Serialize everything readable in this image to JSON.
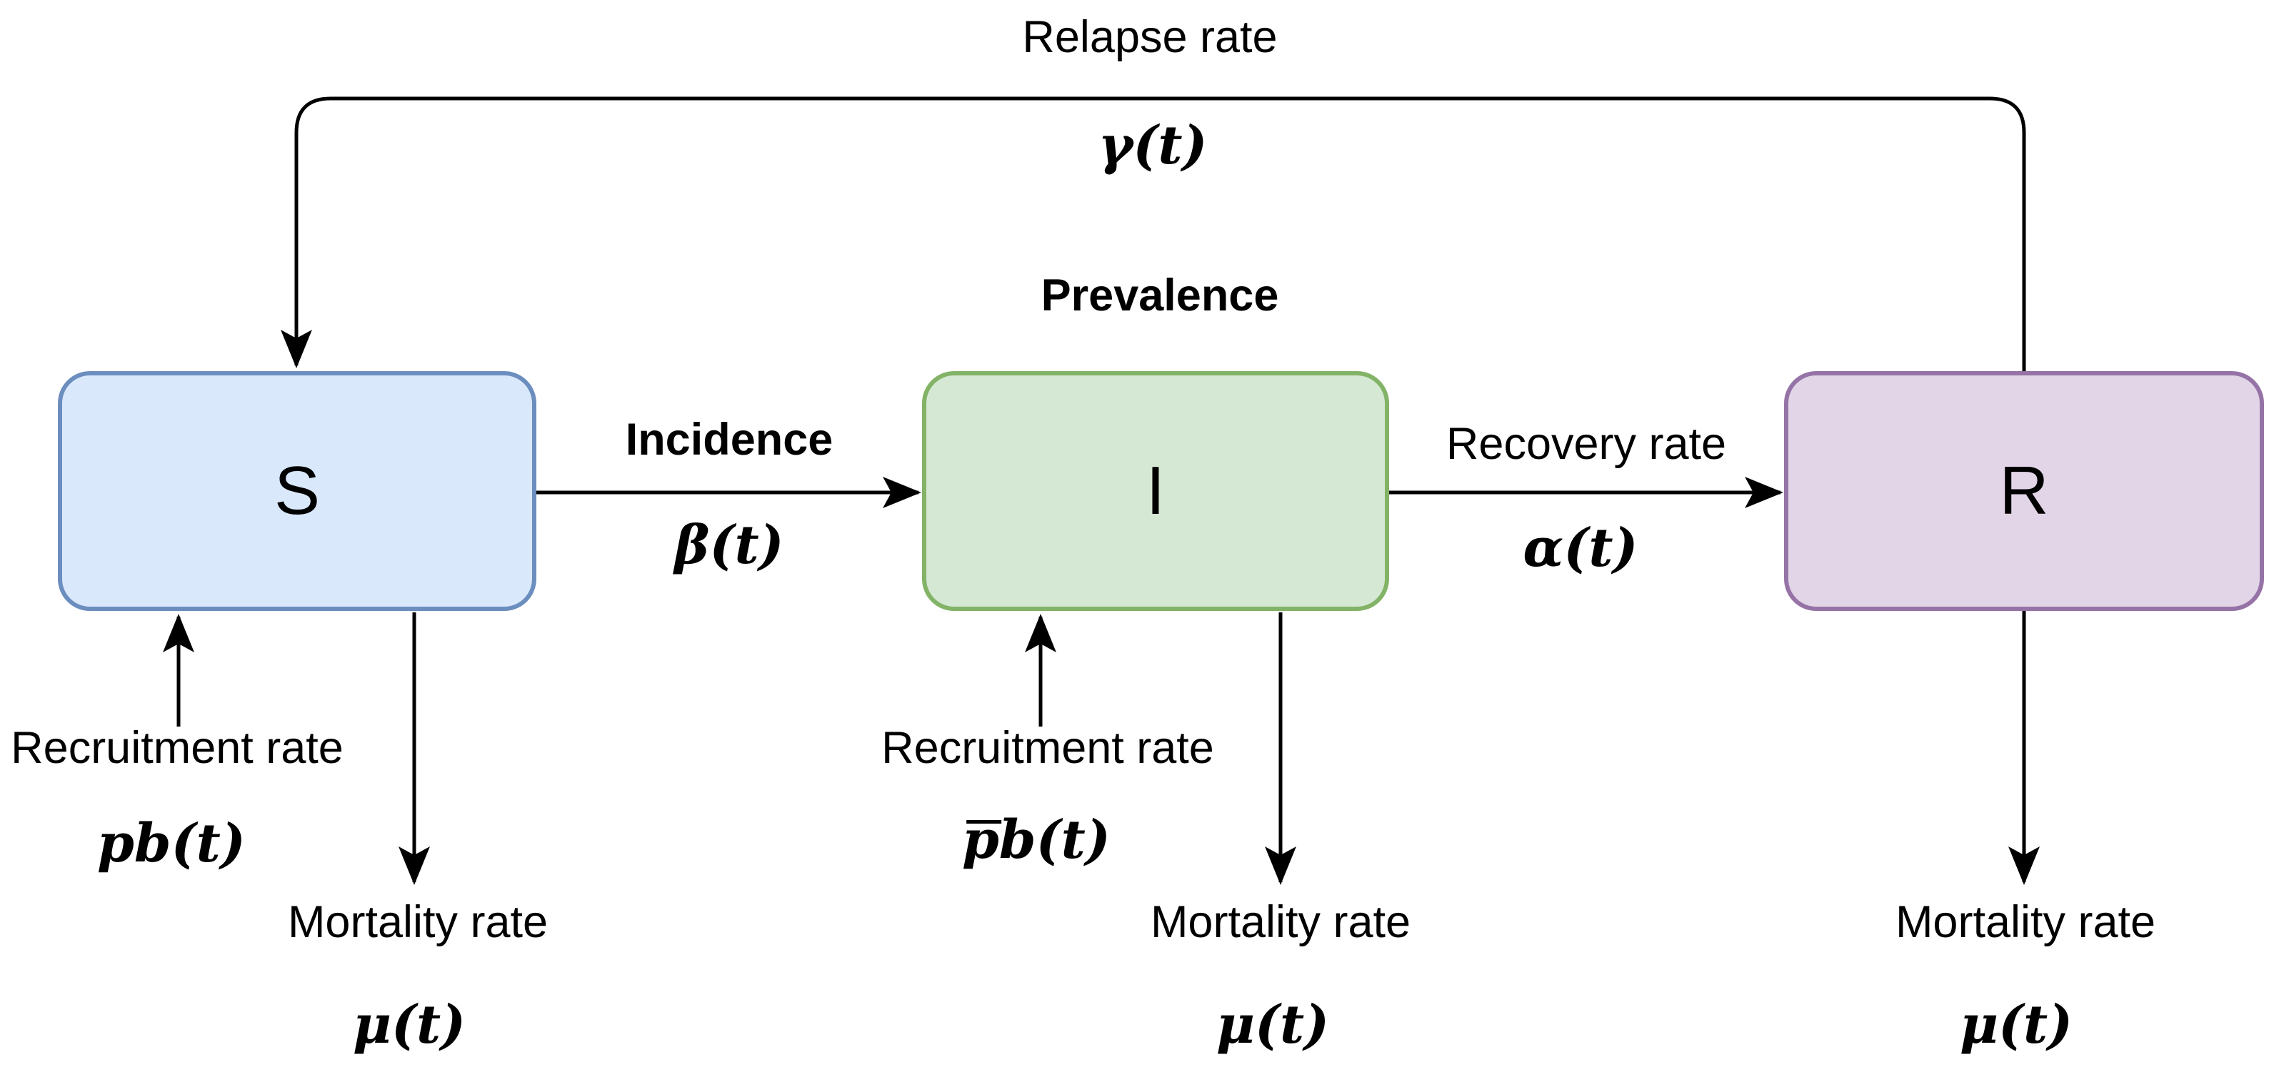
{
  "colors": {
    "background": "#ffffff",
    "arrow": "#000000",
    "text": "#000000",
    "s_fill": "#dae8fc",
    "s_border": "#6c8ebf",
    "i_fill": "#d5e8d4",
    "i_border": "#82b366",
    "r_fill": "#e1d5e7",
    "r_border": "#9673a6"
  },
  "boxes": [
    {
      "id": "S",
      "label": "S"
    },
    {
      "id": "I",
      "label": "I"
    },
    {
      "id": "R",
      "label": "R"
    }
  ],
  "annotations": {
    "prevalence_label": "Prevalence"
  },
  "edges": {
    "relapse": {
      "label": "Relapse rate",
      "formula": "γ(t)"
    },
    "incidence": {
      "label": "Incidence",
      "formula": "β(t)"
    },
    "recovery": {
      "label": "Recovery rate",
      "formula": "α(t)"
    },
    "recruitment_s": {
      "label": "Recruitment rate",
      "formula": "pb(t)"
    },
    "recruitment_i": {
      "label": "Recruitment rate",
      "formula_bar": "p",
      "formula_rest": "b(t)"
    },
    "mortality_s": {
      "label": "Mortality rate",
      "formula": "μ(t)"
    },
    "mortality_i": {
      "label": "Mortality rate",
      "formula": "μ(t)"
    },
    "mortality_r": {
      "label": "Mortality rate",
      "formula": "μ(t)"
    }
  }
}
